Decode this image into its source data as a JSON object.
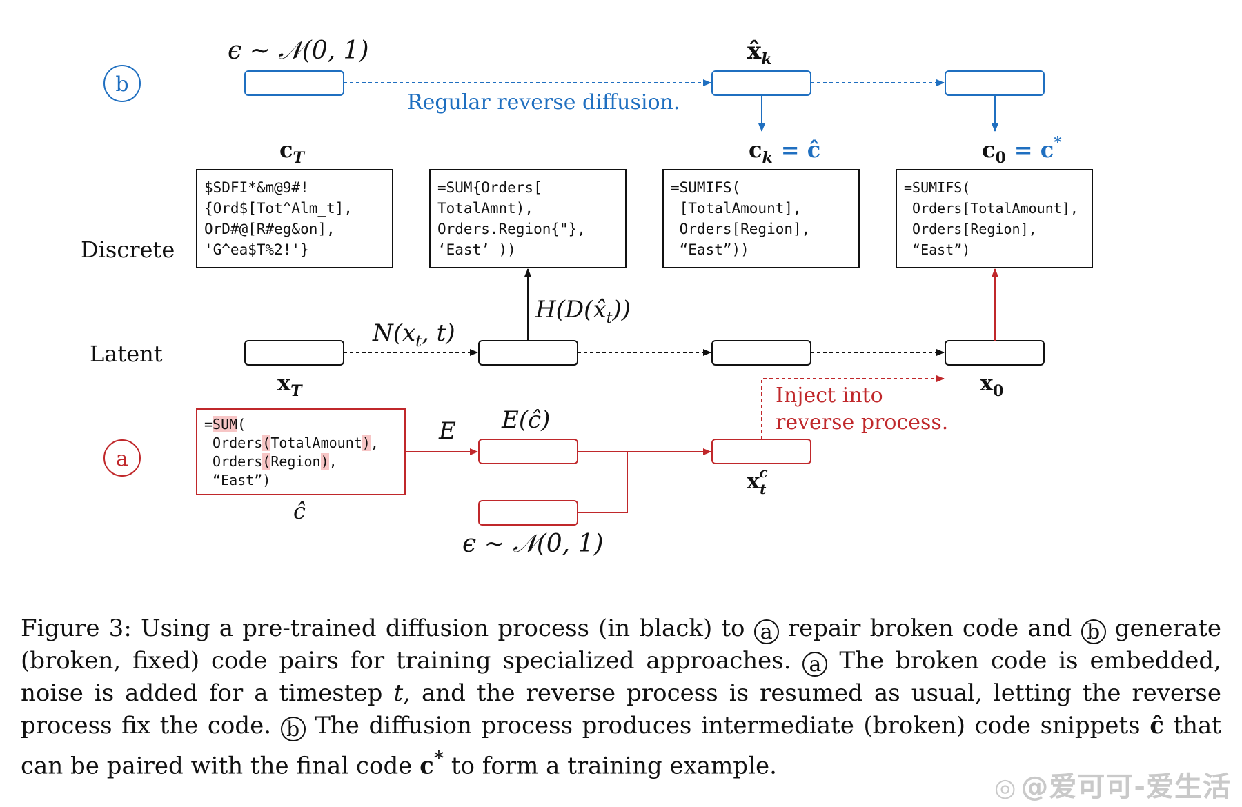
{
  "colors": {
    "blue": "#1f6fc0",
    "red": "#c0282b",
    "black": "#111111"
  },
  "row_labels": {
    "discrete": "Discrete",
    "latent": "Latent"
  },
  "markers": {
    "b": "b",
    "a": "a"
  },
  "top_row": {
    "noise_label": "ϵ ∼ 𝒩(0, 1)",
    "regular_label": "Regular reverse diffusion.",
    "xhat_k": "x̂",
    "xhat_k_sub": "k"
  },
  "discrete_headers": {
    "cT": "c",
    "cT_sub": "T",
    "ck": "c",
    "ck_sub": "k",
    "ck_eq": "= ĉ",
    "c0": "c",
    "c0_sub": "0",
    "c0_eq": "= c",
    "c0_sup": "*"
  },
  "code_boxes": {
    "cT": "$SDFI*&m@9#!\n{Ord$[Tot^Alm_t],\nOrD#@[R#eg&on],\n'G^ea$T%2!'}",
    "mid": "=SUM{Orders[\nTotalAmnt),\nOrders.Region{\"},\n‘East’ ))",
    "ck": "=SUMIFS(\n [TotalAmount],\n Orders[Region],\n “East”))",
    "c0": "=SUMIFS(\n Orders[TotalAmount],\n Orders[Region],\n “East”)"
  },
  "broken_code": {
    "l1a": "=",
    "l1b": "SUM",
    "l1c": "(",
    "l2a": " Orders",
    "l2b": "(",
    "l2c": "TotalAmount",
    "l2d": ")",
    "l2e": ",",
    "l3a": " Orders",
    "l3b": "(",
    "l3c": "Region",
    "l3d": ")",
    "l3e": ",",
    "l4": " “East”)"
  },
  "latent_labels": {
    "N_label": "N(x",
    "N_sub": "t",
    "N_rest": ", t)",
    "H_label": "H(D(x̂",
    "H_sub": "t",
    "H_rest": "))",
    "xT": "x",
    "xT_sub": "T",
    "x0": "x",
    "x0_sub": "0",
    "inject_1": "Inject into",
    "inject_2": "reverse process."
  },
  "bottom_row": {
    "E": "E",
    "E_c": "E(ĉ)",
    "c_hat": "ĉ",
    "xtc": "x",
    "xtc_sub": "t",
    "xtc_sup": "c",
    "noise_label": "ϵ ∼ 𝒩(0, 1)"
  },
  "caption": {
    "p1": "Figure 3: Using a pre-trained diffusion process (in black) to ",
    "a1": "a",
    "p2": " repair broken code and ",
    "b1": "b",
    "p3": " generate (broken, fixed) code pairs for training specialized approaches. ",
    "a2": "a",
    "p4": " The broken code is embedded, noise is added for a timestep ",
    "t": "t",
    "p5": ", and the reverse process is resumed as usual, letting the reverse process fix the code. ",
    "b2": "b",
    "p6": " The diffusion process produces intermediate (broken) code snippets ",
    "chat": "ĉ",
    "p7": " that can be paired with the final code ",
    "cstar": "c",
    "cstar_sup": "*",
    "p8": " to form a training example."
  },
  "watermark": {
    "logo": "◎",
    "text": "@爱可可-爱生活"
  }
}
